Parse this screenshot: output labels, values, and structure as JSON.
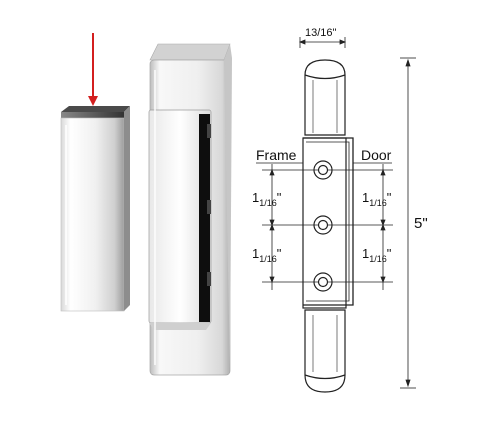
{
  "diagram": {
    "top_width_label": "13/16\"",
    "height_label": "5\"",
    "frame_label": "Frame",
    "door_label": "Door",
    "spacing_labels": {
      "frame_upper": {
        "whole": "1",
        "fraction": "1/16",
        "unit": "\""
      },
      "frame_lower": {
        "whole": "1",
        "fraction": "1/16",
        "unit": "\""
      },
      "door_upper": {
        "whole": "1",
        "fraction": "1/16",
        "unit": "\""
      },
      "door_lower": {
        "whole": "1",
        "fraction": "1/16",
        "unit": "\""
      }
    }
  },
  "colors": {
    "arrow": "#d31f1f",
    "line": "#222222",
    "metal_light": "#f4f4f4",
    "metal_dark": "#9a9a9a"
  },
  "icons": [
    "down-arrow-icon",
    "hinge-cover-photo",
    "hinge-assembly-photo",
    "hinge-line-drawing"
  ]
}
